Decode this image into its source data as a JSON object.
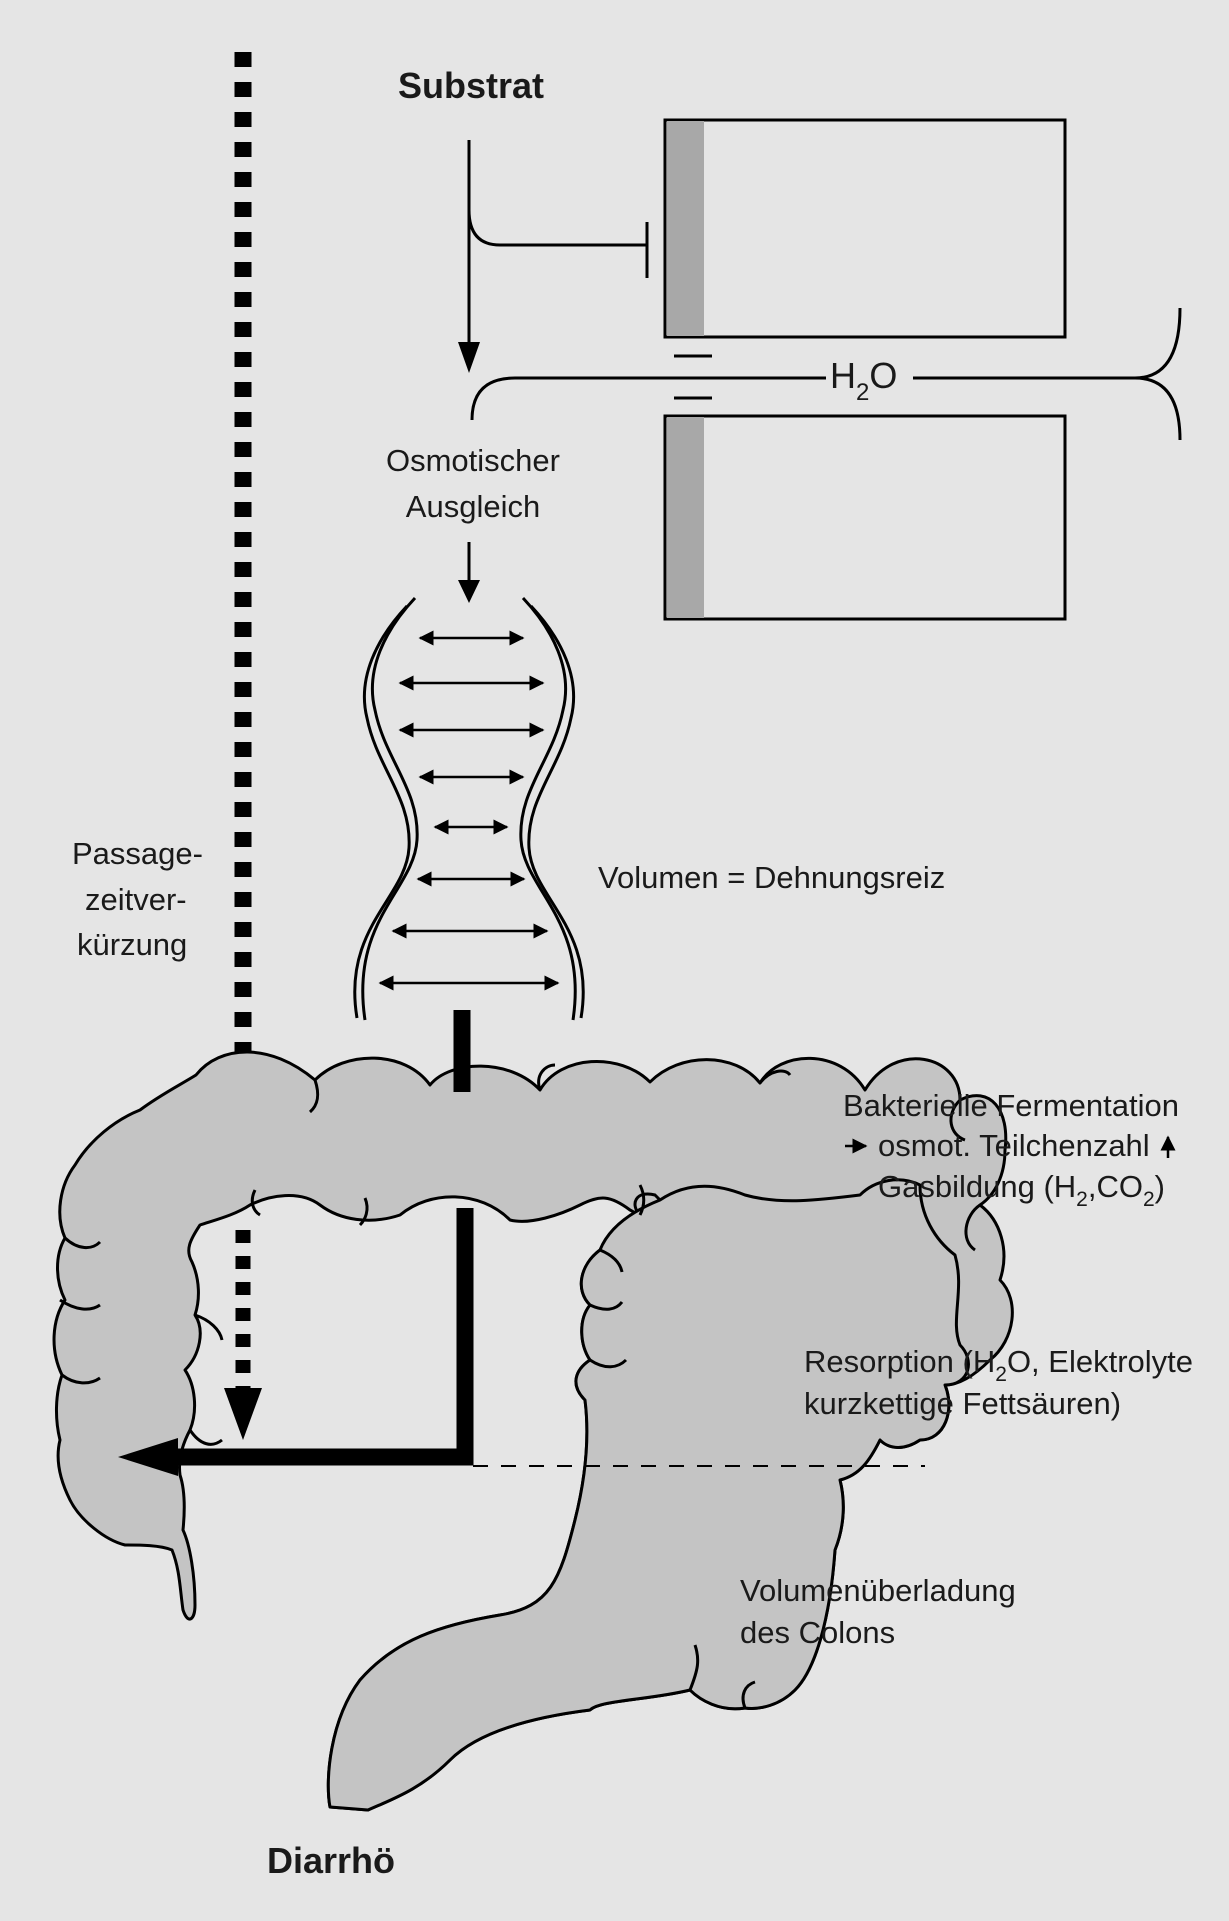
{
  "labels": {
    "substrat": "Substrat",
    "h2o_h": "H",
    "h2o_sub": "2",
    "h2o_o": "O",
    "osmotischer": "Osmotischer",
    "ausgleich": "Ausgleich",
    "volumen": "Volumen = Dehnungsreiz",
    "passage1": "Passage-",
    "passage2": "zeitver-",
    "passage3": "kürzung",
    "bakt1": "Bakterielle Fermentation",
    "bakt2": "osmot. Teilchenzahl",
    "bakt3_a": "Gasbildung (H",
    "bakt3_sub1": "2",
    "bakt3_b": ",CO",
    "bakt3_sub2": "2",
    "bakt3_c": ")",
    "res1_a": "Resorption (H",
    "res1_sub": "2",
    "res1_b": "O, Elektrolyte",
    "res2": "kurzkettige Fettsäuren)",
    "vol1": "Volumenüberladung",
    "vol2": "des Colons",
    "diarrhoe": "Diarrhö"
  },
  "colors": {
    "background": "#e5e5e5",
    "colon_fill": "#c4c4c4",
    "cell_band": "#a8a8a8",
    "stroke": "#000000"
  }
}
